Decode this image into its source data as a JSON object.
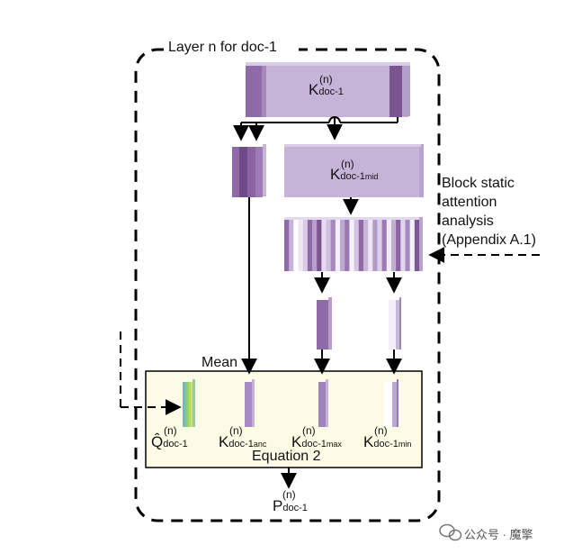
{
  "layer_label": "Layer n for doc-1",
  "side_note": [
    "Block static",
    "attention",
    "analysis",
    "(Appendix A.1)"
  ],
  "mean_label": "Mean",
  "equation_label": "Equation 2",
  "k_top": {
    "base": "K",
    "sup": "(n)",
    "sub": "doc-1"
  },
  "k_mid": {
    "base": "K",
    "sup": "(n)",
    "sub": "doc-1",
    "sub2": "mid"
  },
  "q_hat": {
    "base": "Q̂",
    "sup": "(n)",
    "sub": "doc-1"
  },
  "k_anc": {
    "base": "K",
    "sup": "(n)",
    "sub": "doc-1",
    "sub2": "anc"
  },
  "k_max": {
    "base": "K",
    "sup": "(n)",
    "sub": "doc-1",
    "sub2": "max"
  },
  "k_min": {
    "base": "K",
    "sup": "(n)",
    "sub": "doc-1",
    "sub2": "min"
  },
  "p_out": {
    "base": "P",
    "sup": "(n)",
    "sub": "doc-1"
  },
  "watermark": "公众号 · 魔擎",
  "colors": {
    "purple_fill": "#c9b7d8",
    "purple_dark": "#8e6aa6",
    "equation_bg": "#fdfbe6"
  }
}
